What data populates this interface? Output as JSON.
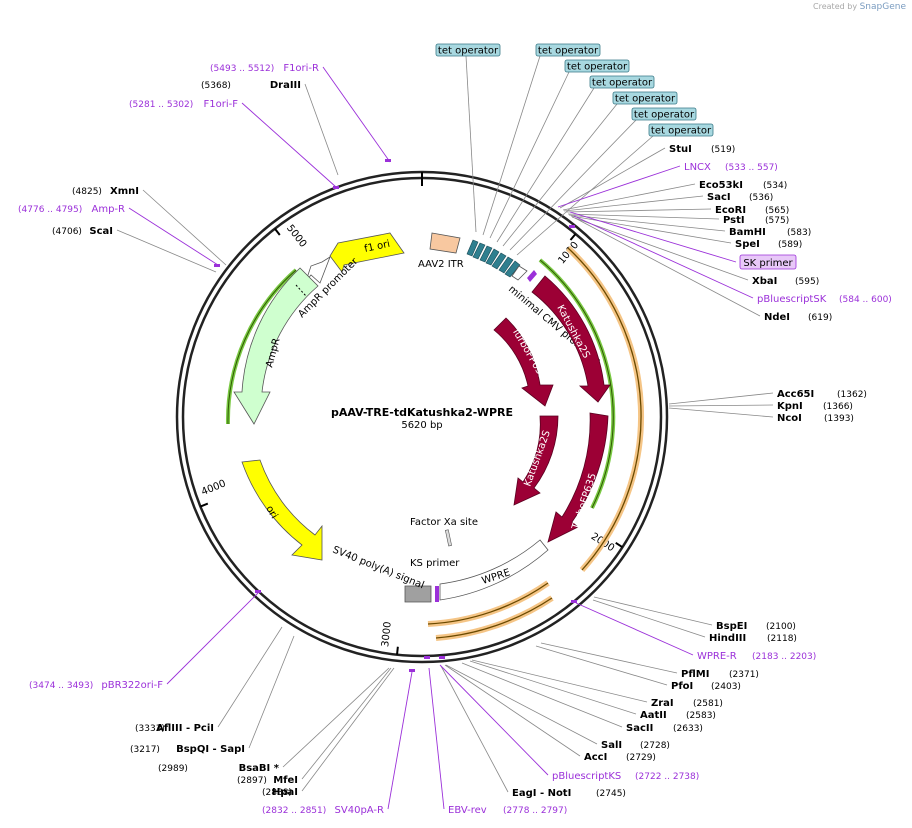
{
  "credit": {
    "created_by": "Created by",
    "brand": "SnapGene"
  },
  "plasmid": {
    "name": "pAAV-TRE-tdKatushka2-WPRE",
    "size": "5620 bp"
  },
  "ticks": [
    {
      "label": "1000",
      "angle": 40
    },
    {
      "label": "2000",
      "angle": 123
    },
    {
      "label": "3000",
      "angle": 186
    },
    {
      "label": "4000",
      "angle": 248
    },
    {
      "label": "5000",
      "angle": 322
    }
  ],
  "features": [
    {
      "label": "f1 ori",
      "type": "arrow-ccw",
      "color": "#ffff00",
      "text_color": "#000"
    },
    {
      "label": "AAV2 ITR",
      "type": "box",
      "color": "#f8c8a0"
    },
    {
      "label": "AmpR promoter",
      "type": "arrow-ccw",
      "color": "#ffffff"
    },
    {
      "label": "AmpR",
      "type": "arrow-ccw",
      "color": "#cfffcf"
    },
    {
      "label": "ori",
      "type": "arrow-cw",
      "color": "#ffff00"
    },
    {
      "label": "minimal CMV promoter",
      "type": "arrow-cw",
      "color": "#ffffff"
    },
    {
      "label": "Katushka2S",
      "type": "arrow-cw",
      "color": "#9c0035"
    },
    {
      "label": "TurboFP635",
      "type": "arrow-cw",
      "color": "#9c0035"
    },
    {
      "label": "Katushka2S",
      "type": "arrow-cw",
      "color": "#9c0035"
    },
    {
      "label": "TurboFP635",
      "type": "arrow-cw",
      "color": "#9c0035"
    },
    {
      "label": "Factor Xa site",
      "type": "box",
      "color": "#dddddd"
    },
    {
      "label": "WPRE",
      "type": "arrow-cw",
      "color": "#ffffff"
    },
    {
      "label": "KS primer",
      "type": "primer",
      "color": "#9b30d9"
    },
    {
      "label": "SV40 poly(A) signal",
      "type": "box",
      "color": "#a0a0a0"
    }
  ],
  "tet_operators": [
    "tet operator",
    "tet operator",
    "tet operator",
    "tet operator",
    "tet operator",
    "tet operator",
    "tet operator"
  ],
  "right_sites": [
    {
      "name": "StuI",
      "pos": "(519)"
    },
    {
      "name": "Eco53kI",
      "pos": "(534)"
    },
    {
      "name": "SacI",
      "pos": "(536)"
    },
    {
      "name": "EcoRI",
      "pos": "(565)"
    },
    {
      "name": "PstI",
      "pos": "(575)"
    },
    {
      "name": "BamHI",
      "pos": "(583)"
    },
    {
      "name": "SpeI",
      "pos": "(589)"
    },
    {
      "name": "XbaI",
      "pos": "(595)"
    },
    {
      "name": "NdeI",
      "pos": "(619)"
    },
    {
      "name": "Acc65I",
      "pos": "(1362)"
    },
    {
      "name": "KpnI",
      "pos": "(1366)"
    },
    {
      "name": "NcoI",
      "pos": "(1393)"
    },
    {
      "name": "BspEI",
      "pos": "(2100)"
    },
    {
      "name": "HindIII",
      "pos": "(2118)"
    },
    {
      "name": "PflMI",
      "pos": "(2371)"
    },
    {
      "name": "PfoI",
      "pos": "(2403)"
    },
    {
      "name": "ZraI",
      "pos": "(2581)"
    },
    {
      "name": "AatII",
      "pos": "(2583)"
    },
    {
      "name": "SacII",
      "pos": "(2633)"
    },
    {
      "name": "SalI",
      "pos": "(2728)"
    },
    {
      "name": "AccI",
      "pos": "(2729)"
    },
    {
      "name": "EagI  - NotI",
      "pos": "(2745)"
    }
  ],
  "right_primers": [
    {
      "name": "LNCX",
      "range": "(533 .. 557)"
    },
    {
      "name": "SK primer",
      "range": ""
    },
    {
      "name": "pBluescriptSK",
      "range": "(584 .. 600)"
    },
    {
      "name": "WPRE-R",
      "range": "(2183 .. 2203)"
    },
    {
      "name": "pBluescriptKS",
      "range": "(2722 .. 2738)"
    },
    {
      "name": "EBV-rev",
      "range": "(2778 .. 2797)"
    }
  ],
  "left_sites": [
    {
      "name": "DraIII",
      "pos": "(5368)"
    },
    {
      "name": "XmnI",
      "pos": "(4825)"
    },
    {
      "name": "ScaI",
      "pos": "(4706)"
    },
    {
      "name": "AflIII  - PciI",
      "pos": "(3333)"
    },
    {
      "name": "BspQI  - SapI",
      "pos": "(3217)"
    },
    {
      "name": "BsaBI *",
      "pos": "(2989)"
    },
    {
      "name": "MfeI",
      "pos": "(2897)"
    },
    {
      "name": "HpaI",
      "pos": "(2888)"
    }
  ],
  "left_primers": [
    {
      "name": "F1ori-R",
      "range": "(5493 .. 5512)"
    },
    {
      "name": "F1ori-F",
      "range": "(5281 .. 5302)"
    },
    {
      "name": "Amp-R",
      "range": "(4776 .. 4795)"
    },
    {
      "name": "pBR322ori-F",
      "range": "(3474 .. 3493)"
    },
    {
      "name": "SV40pA-R",
      "range": "(2832 .. 2851)"
    }
  ],
  "colors": {
    "backbone": "#222222",
    "primer": "#9b30d9",
    "feature_red": "#9c0035",
    "ori_yellow": "#ffff00",
    "amp_green": "#cfffcf",
    "tet_box": "#a8d8e0",
    "tet_segment": "#2f7f8f",
    "orf_orange": "#f5c586",
    "orf_green": "#7ac943"
  }
}
